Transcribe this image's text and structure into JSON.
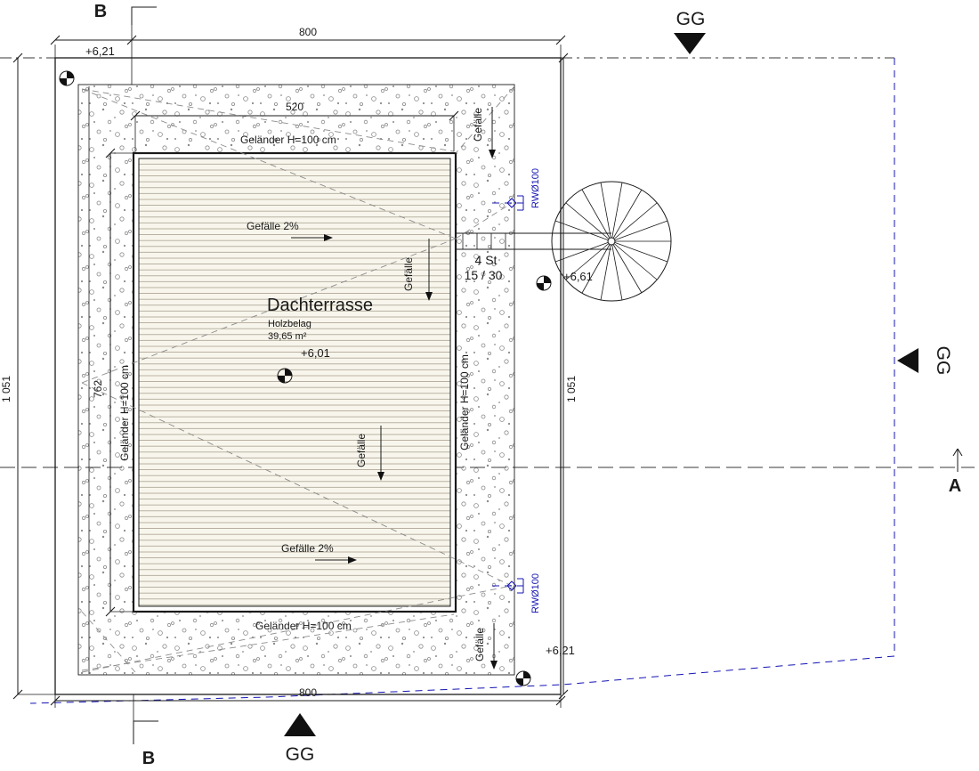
{
  "drawing": {
    "title": "Dachterrasse",
    "material": "Holzbelag",
    "area": "39,65 m²",
    "railing_label": "Geländer  H=100  cm",
    "slope_label": "Gefälle",
    "slope2_label": "Gefälle  2%",
    "level_roof_top": "+6,21",
    "level_roof_bottom": "+6,21",
    "level_terrace": "+6,01",
    "level_stair": "+6,61",
    "drain_label": "RWØ100",
    "stair_steps": "4 St",
    "stair_ratio": "15 / 30"
  },
  "dims": {
    "width_top": "800",
    "width_bottom": "800",
    "height_left": "1 051",
    "height_right": "1 051",
    "deck_width": "520",
    "deck_height": "762"
  },
  "markers": {
    "section_b_top": "B",
    "section_b_bottom": "B",
    "section_a": "A",
    "gg_top": "GG",
    "gg_right": "GG",
    "gg_bottom": "GG"
  },
  "colors": {
    "line": "#1a1a1a",
    "annotation_blue": "#1414b4",
    "hatch_dot": "#8a8a8a",
    "deck_fill": "#f8f6ec",
    "deck_line": "#a9a090"
  }
}
